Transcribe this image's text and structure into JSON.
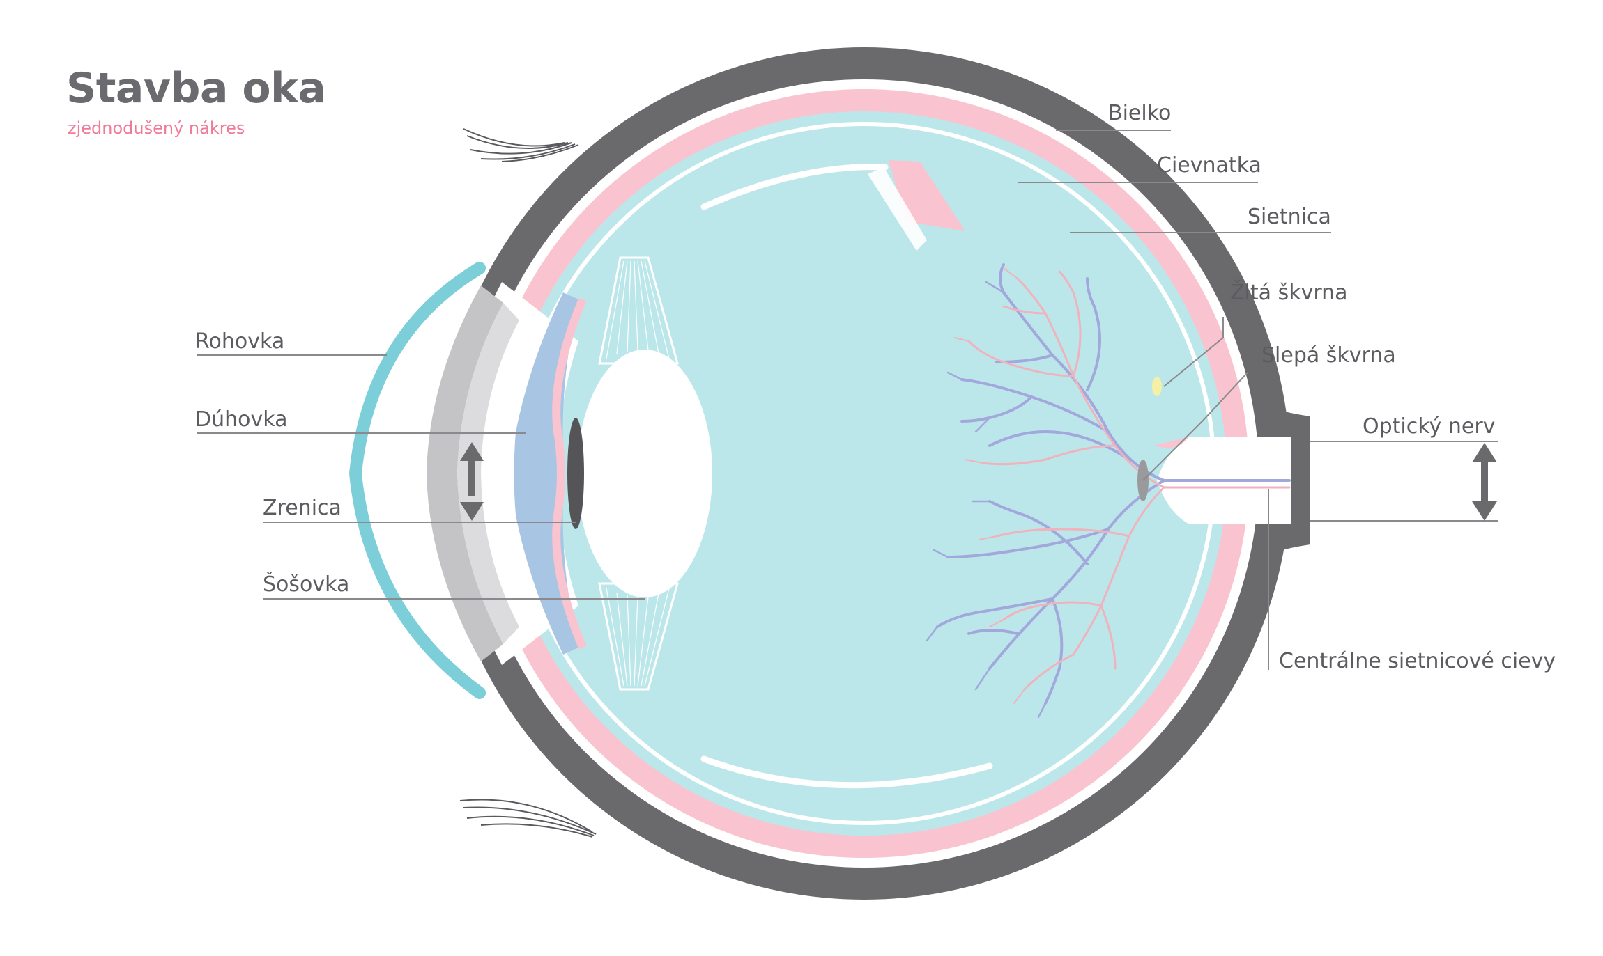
{
  "title": "Stavba oka",
  "subtitle": "zjednodušený nákres",
  "labels": {
    "bielko": "Bielko",
    "cievnatka": "Cievnatka",
    "sietnica": "Sietnica",
    "zlta_skvrna": "Žltá škvrna",
    "slepa_skvrna": "Slepá škvrna",
    "opticky_nerv": "Optický nerv",
    "centralne_cievy": "Centrálne sietnicové cievy",
    "rohovka": "Rohovka",
    "duhovka": "Dúhovka",
    "zrenica": "Zrenica",
    "sosovka": "Šošovka"
  },
  "colors": {
    "title": "#6b6b6f",
    "subtitle": "#f07a9a",
    "label_text": "#5c5c60",
    "sclera": "#6a6a6d",
    "choroid": "#f9c4cf",
    "retina_vitreous": "#bce7ea",
    "cornea": "#7ccfd8",
    "cornea_outer_gray": "#c4c4c6",
    "cornea_inner_gray": "#dcdcde",
    "iris": "#a9c5e4",
    "pupil": "#555558",
    "vein": "#a3a8dc",
    "artery": "#f0b2bc",
    "macula": "#f4f1a6",
    "blind_spot": "#9a9a9c",
    "leader_line": "#8a8a8e"
  },
  "icons": [
    "eyelash-icon",
    "double-arrow-icon"
  ]
}
